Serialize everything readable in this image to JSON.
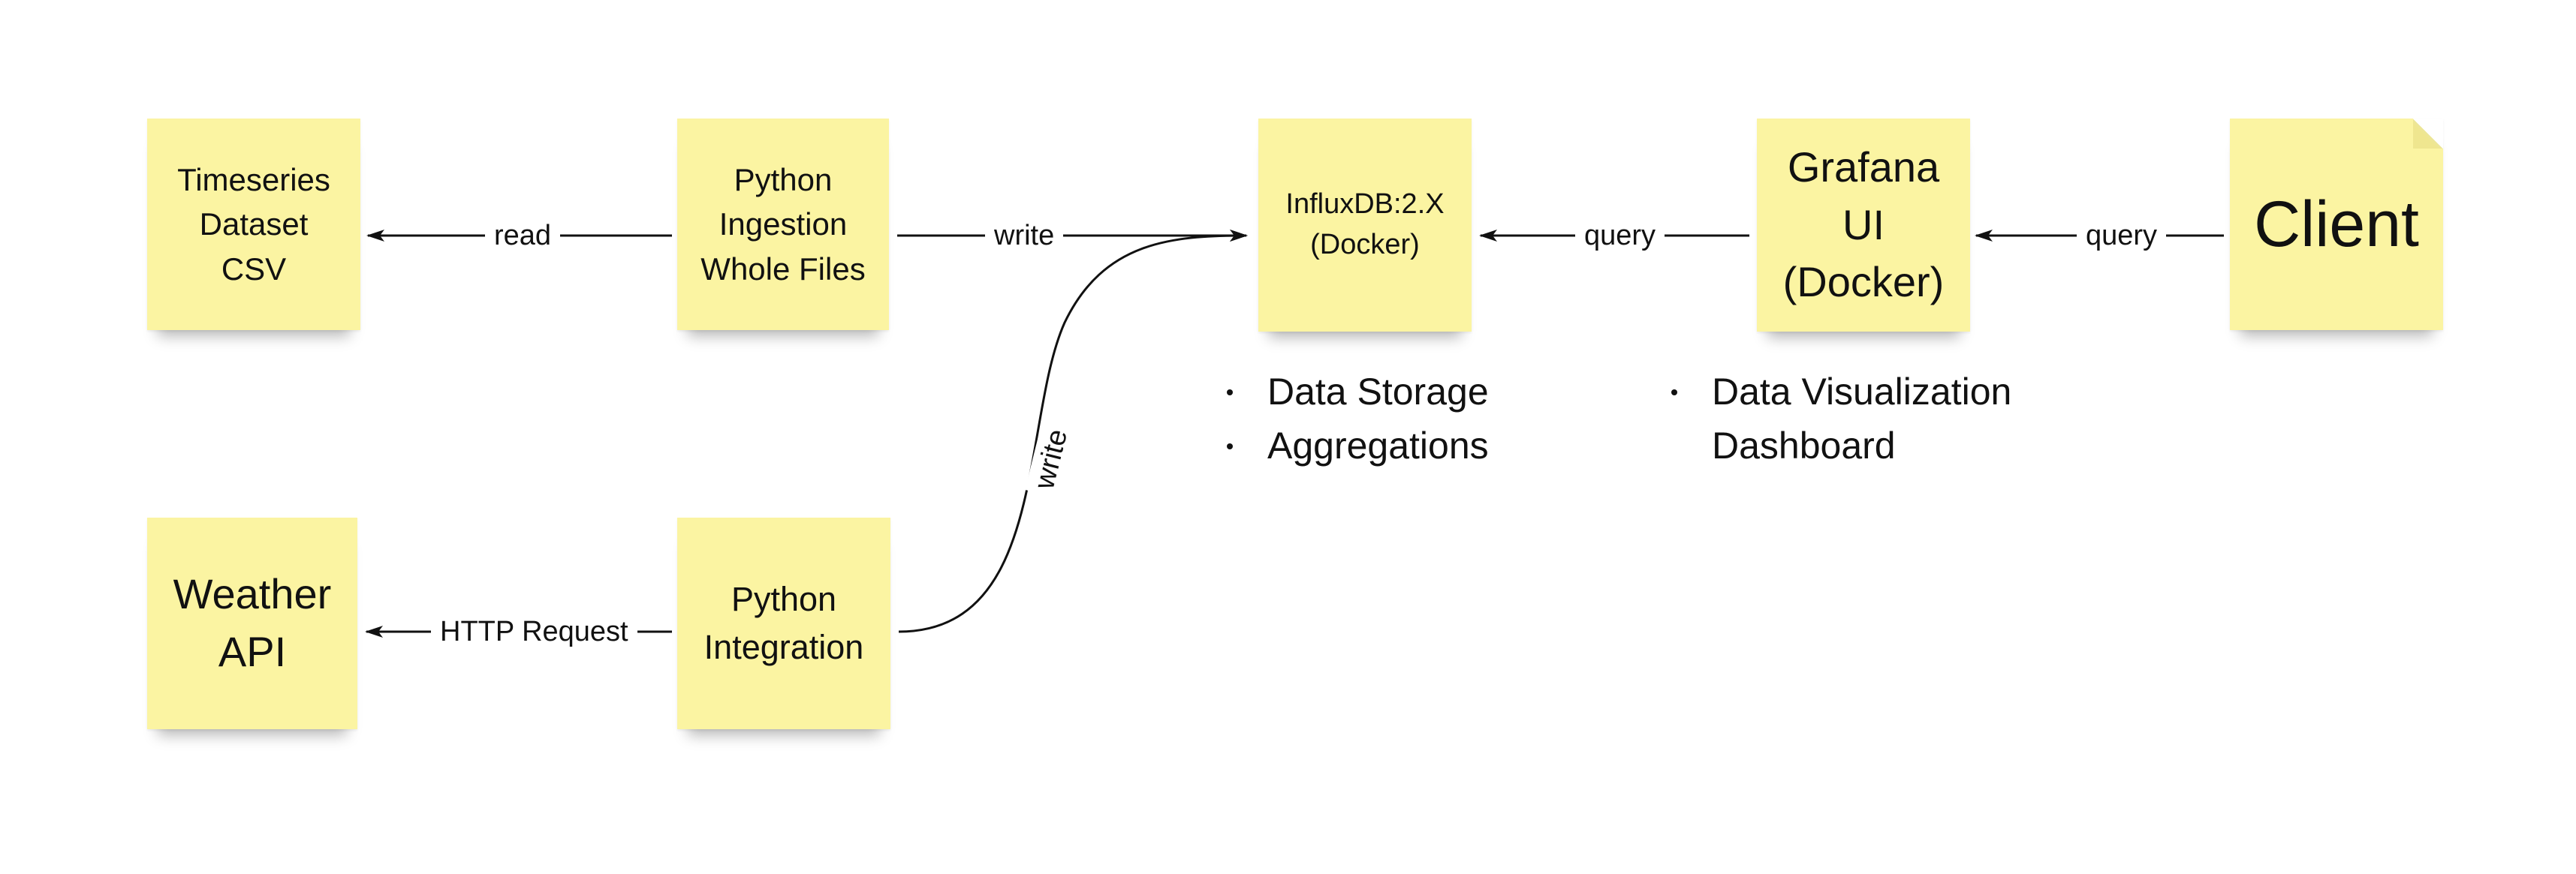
{
  "nodes": {
    "timeseries": "Timeseries\nDataset\nCSV",
    "ingestion": "Python\nIngestion\nWhole Files",
    "influx": "InfluxDB:2.X\n(Docker)",
    "grafana": "Grafana\nUI\n(Docker)",
    "client": "Client",
    "weather": "Weather\nAPI",
    "integration": "Python\nIntegration"
  },
  "edges": {
    "read": "read",
    "write_ingest": "write",
    "query_grafana": "query",
    "query_client": "query",
    "http": "HTTP Request",
    "write_integration": "write"
  },
  "influx_notes": [
    "Data Storage",
    "Aggregations"
  ],
  "grafana_notes": [
    "Data Visualization",
    "Dashboard"
  ],
  "colors": {
    "sticky": "#fbf4a2",
    "line": "#111111",
    "background": "#ffffff"
  }
}
